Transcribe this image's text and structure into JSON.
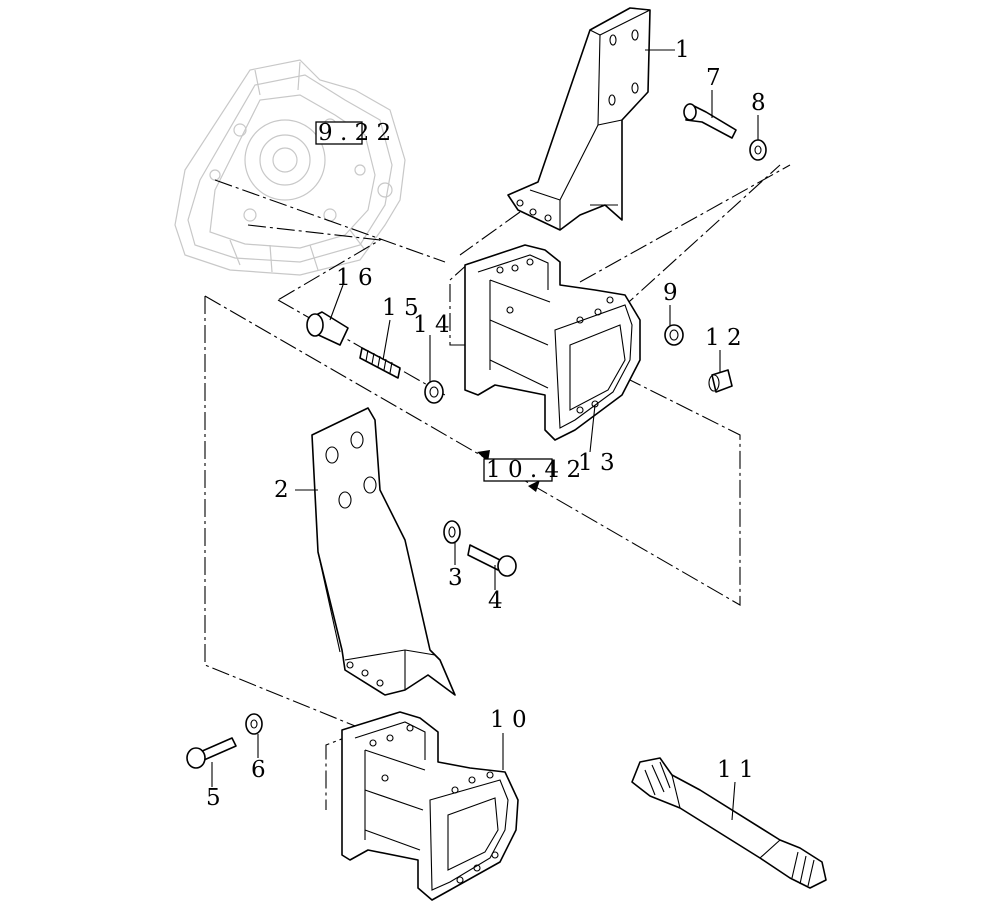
{
  "callouts": {
    "c1": "1",
    "c2": "2",
    "c3": "3",
    "c4": "4",
    "c5": "5",
    "c6": "6",
    "c7": "7",
    "c8": "8",
    "c9": "9",
    "c10": "1 0",
    "c11": "1 1",
    "c12": "1 2",
    "c13": "1 3",
    "c14": "1 4",
    "c15": "1 5",
    "c16": "1 6"
  },
  "references": {
    "ref_gearbox": "9 . 2 2",
    "ref_section": "1 0 . 4 2"
  }
}
